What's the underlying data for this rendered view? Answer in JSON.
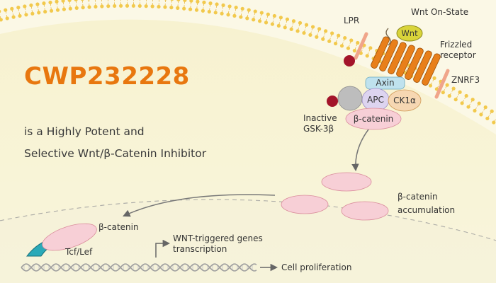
{
  "title": "CWP232228",
  "subtitle_line1": "is a Highly Potent and",
  "subtitle_line2": "Selective Wnt/β-Catenin Inhibitor",
  "labels": {
    "lpr": "LPR",
    "wnt_on_state": "Wnt On-State",
    "wnt": "Wnt",
    "frizzled_line1": "Frizzled",
    "frizzled_line2": "receptor",
    "znrf3": "ZNRF3",
    "axin": "Axin",
    "apc": "APC",
    "ck1a": "CK1α",
    "beta_catenin_complex": "β-catenin",
    "inactive_line1": "Inactive",
    "inactive_line2": "GSK-3β",
    "accum_line1": "β-catenin",
    "accum_line2": "accumulation",
    "nuclear_beta_catenin": "β-catenin",
    "tcf_lef": "Tcf/Lef",
    "transcription_line1": "WNT-triggered genes",
    "transcription_line2": "transcription",
    "cell_proliferation": "Cell proliferation"
  },
  "colors": {
    "title": "#e8770f",
    "background": "#fbf8e6",
    "membrane_head": "#f2c94c",
    "receptor": "#e87f1a",
    "wnt": "#d9d43a",
    "axin": "#bfe2ee",
    "apc": "#ddd4f0",
    "ck1a": "#f6d7b2",
    "beta_catenin": "#f7cfd6",
    "gsk": "#bdbdbd",
    "dark_red": "#a3142a",
    "tcf_lef": "#2aa9b8"
  }
}
